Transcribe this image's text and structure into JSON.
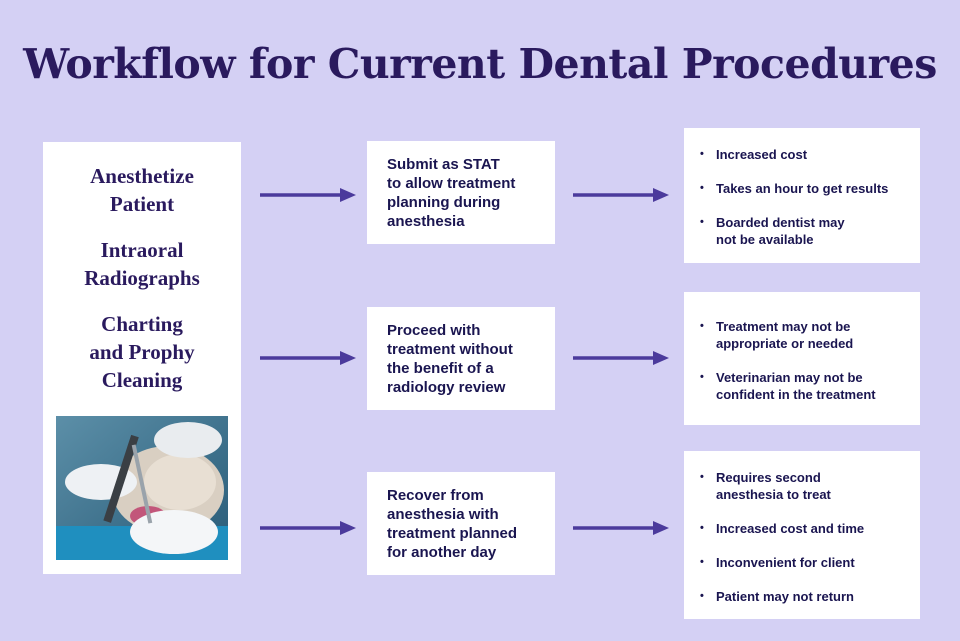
{
  "title": "Workflow for Current Dental Procedures",
  "left_panel": {
    "steps": [
      "Anesthetize\nPatient",
      "Intraoral\nRadiographs",
      "Charting\nand Prophy\nCleaning"
    ]
  },
  "rows": [
    {
      "action": "Submit as STAT\nto allow treatment\nplanning during\nanesthesia",
      "outcomes": [
        "Increased cost",
        "Takes an hour to get results",
        "Boarded dentist may\nnot be available"
      ]
    },
    {
      "action": "Proceed with\ntreatment without\nthe benefit of a\nradiology review",
      "outcomes": [
        "Treatment may not be\nappropriate or needed",
        "Veterinarian may not be\nconfident in the treatment"
      ]
    },
    {
      "action": "Recover from\nanesthesia with\ntreatment planned\nfor another day",
      "outcomes": [
        "Requires second\nanesthesia to treat",
        "Increased cost and time",
        "Inconvenient for client",
        "Patient may not return"
      ]
    }
  ],
  "colors": {
    "background": "#d4d0f4",
    "title": "#2a1a5e",
    "arrow": "#4b3a9c"
  }
}
